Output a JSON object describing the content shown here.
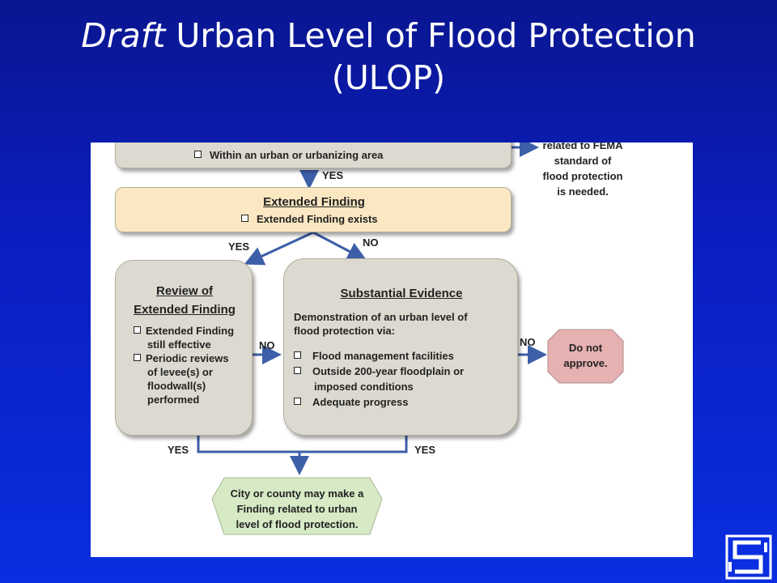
{
  "slide": {
    "title_italic": "Draft",
    "title_rest": " Urban Level of Flood Protection",
    "title_line2": "(ULOP)"
  },
  "flowchart": {
    "top_box": {
      "item": "Within an urban or urbanizing area"
    },
    "fema_note": [
      "related to FEMA",
      "standard of",
      "flood protection",
      "is needed."
    ],
    "extended_finding": {
      "title": "Extended Finding",
      "item": "Extended Finding exists"
    },
    "review": {
      "title_line1": "Review of",
      "title_line2": "Extended Finding",
      "item1_line1": "Extended Finding",
      "item1_line2": "still effective",
      "item2_line1": "Periodic reviews",
      "item2_line2": "of levee(s) or",
      "item2_line3": "floodwall(s)",
      "item2_line4": "performed"
    },
    "substantial": {
      "title": "Substantial Evidence",
      "intro_line1": "Demonstration of an urban level of",
      "intro_line2": "flood protection via:",
      "item1": "Flood management facilities",
      "item2_line1": "Outside 200-year floodplain or",
      "item2_line2": "imposed conditions",
      "item3": "Adequate progress"
    },
    "do_not_approve": {
      "line1": "Do not",
      "line2": "approve."
    },
    "final": {
      "line1": "City or county may make a",
      "line2": "Finding related to urban",
      "line3": "level of flood protection."
    },
    "labels": {
      "yes_top": "YES",
      "yes_left": "YES",
      "no_mid": "NO",
      "no_review": "NO",
      "no_substantial": "NO",
      "yes_bottom_left": "YES",
      "yes_bottom_right": "YES"
    }
  },
  "colors": {
    "background": "#0b1ec0",
    "arrow": "#3d5fa8",
    "gray_box": "#dcdad0",
    "peach_box": "#fbe8c2",
    "green_box": "#d6eac5",
    "stop_box": "#e6b1b1"
  },
  "logo": {
    "icon": "company-logo-icon"
  }
}
